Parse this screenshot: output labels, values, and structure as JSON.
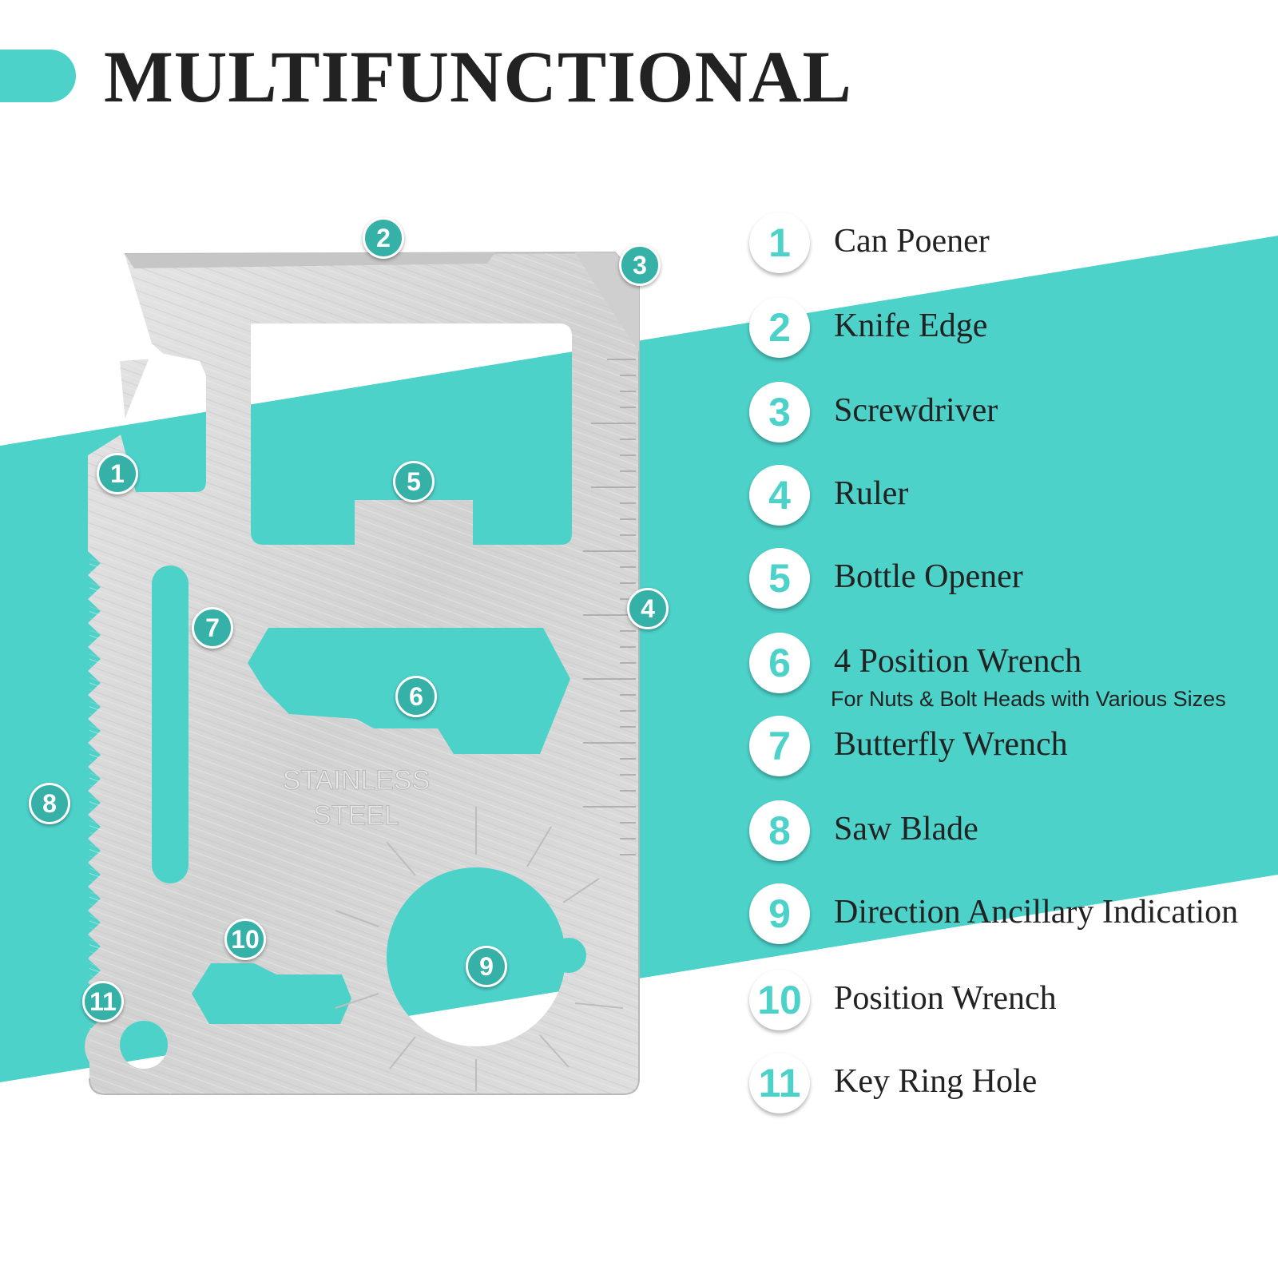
{
  "title": "MULTIFUNCTIONAL",
  "colors": {
    "accent": "#4dd2ca",
    "marker": "#35b1a8",
    "steel": "#d9d9d9",
    "text": "#222222"
  },
  "engraving": {
    "line1": "STAINLESS",
    "line2": "STEEL"
  },
  "markers": [
    "1",
    "2",
    "3",
    "4",
    "5",
    "6",
    "7",
    "8",
    "9",
    "10",
    "11"
  ],
  "features": [
    {
      "num": "1",
      "label": "Can Poener",
      "sub": ""
    },
    {
      "num": "2",
      "label": "Knife Edge",
      "sub": ""
    },
    {
      "num": "3",
      "label": "Screwdriver",
      "sub": ""
    },
    {
      "num": "4",
      "label": "Ruler",
      "sub": ""
    },
    {
      "num": "5",
      "label": "Bottle Opener",
      "sub": ""
    },
    {
      "num": "6",
      "label": "4 Position Wrench",
      "sub": "For Nuts & Bolt Heads with Various Sizes"
    },
    {
      "num": "7",
      "label": "Butterfly Wrench",
      "sub": ""
    },
    {
      "num": "8",
      "label": "Saw Blade",
      "sub": ""
    },
    {
      "num": "9",
      "label": "Direction Ancillary Indication",
      "sub": ""
    },
    {
      "num": "10",
      "label": "Position Wrench",
      "sub": ""
    },
    {
      "num": "11",
      "label": "Key Ring Hole",
      "sub": ""
    }
  ]
}
